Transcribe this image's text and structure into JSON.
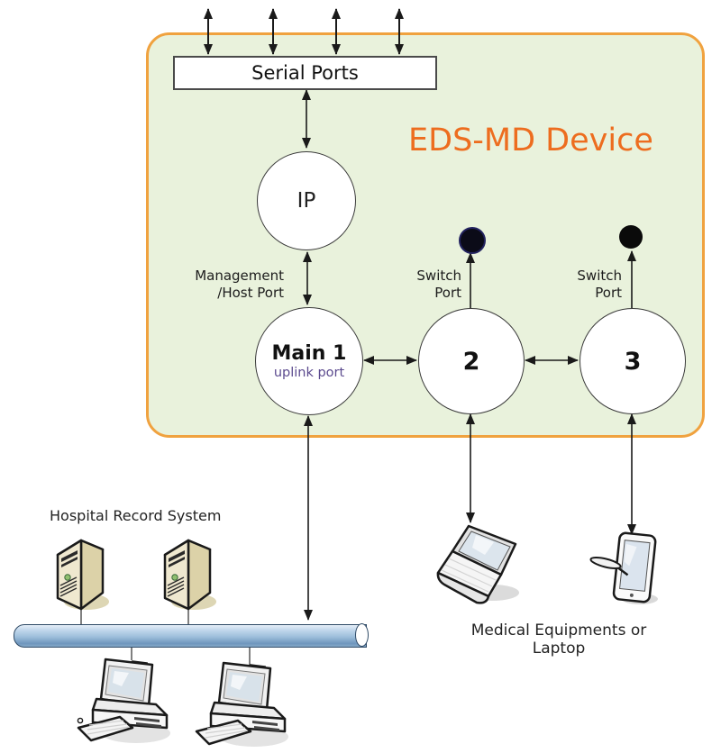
{
  "device": {
    "title": "EDS-MD Device",
    "serial_ports_label": "Serial Ports",
    "ip_label": "IP",
    "management_port_label": "Management\n/Host Port",
    "switch_port_label_2": "Switch\nPort",
    "switch_port_label_3": "Switch\nPort",
    "main_port": {
      "label": "Main 1",
      "sublabel": "uplink port"
    },
    "port_2_label": "2",
    "port_3_label": "3"
  },
  "network": {
    "hospital_label": "Hospital Record System",
    "medical_label": "Medical Equipments or Laptop"
  },
  "icons": {
    "servers": "server-tower-icon",
    "desktops": "desktop-computer-icon",
    "laptop": "laptop-icon",
    "tablet": "tablet-stylus-icon",
    "bus": "network-bus-pipe"
  },
  "colors": {
    "device_fill": "#e9f2dc",
    "device_border": "#f0a23f",
    "title_text": "#ed6d1f",
    "uplink_text": "#5b4a8e",
    "connector_line": "#1a1a1a",
    "pipe_light": "#c3d8ec",
    "pipe_dark": "#6f96bd",
    "server_body": "#efe8cf"
  }
}
